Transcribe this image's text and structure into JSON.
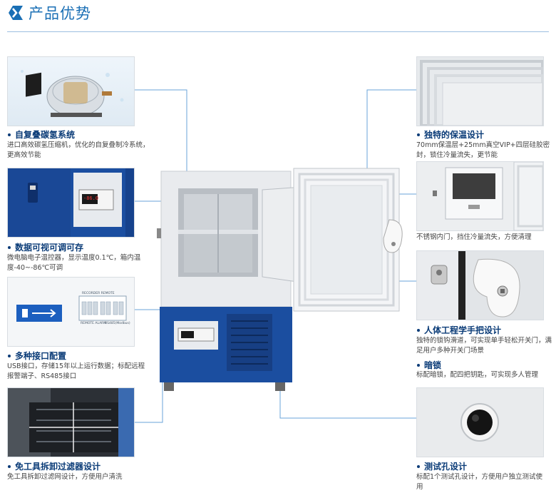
{
  "header": {
    "title": "产品优势"
  },
  "features": [
    {
      "title": "自复叠碳氢系统",
      "desc": "进口高效碳氢压缩机，优化的自复叠制冷系统，更高效节能"
    },
    {
      "title": "数据可视可调可存",
      "desc": "微电脑电子温控器，显示温度0.1℃，箱内温度-40~-86℃可调"
    },
    {
      "title": "多种接口配置",
      "desc": "USB接口，存储15年以上运行数据；标配远程报警端子、RS485接口"
    },
    {
      "title": "免工具拆卸过滤器设计",
      "desc": "免工具拆卸过滤网设计，方便用户清洗"
    },
    {
      "title": "独特的保温设计",
      "desc": "70mm保温层+25mm真空VIP+四层硅胶密封，锁住冷量流失，更节能"
    },
    {
      "title": "",
      "desc": "不锈钢内门，挡住冷量流失，方便清理"
    },
    {
      "title": "人体工程学手把设计",
      "desc": "独特的锁钩滑道，可实现单手轻松开关门，满足用户多种开关门场景"
    },
    {
      "title": "暗锁",
      "desc": "标配暗锁，配四把钥匙，可实现多人管理"
    },
    {
      "title": "测试孔设计",
      "desc": "标配1个测试孔设计，方便用户独立测试使用"
    }
  ],
  "interface_card": {
    "label_1": "RECORDER  REMOTE",
    "label_2": "REMOTE ALARM",
    "label_3": "RS485(Modbus)"
  },
  "controller_display": {
    "reading": "-86.0"
  },
  "colors": {
    "brand_blue": "#1a6fb5",
    "heading_navy": "#0b3c78",
    "cabinet_blue": "#1b4ea0",
    "leader_line": "#6aa3d8"
  }
}
